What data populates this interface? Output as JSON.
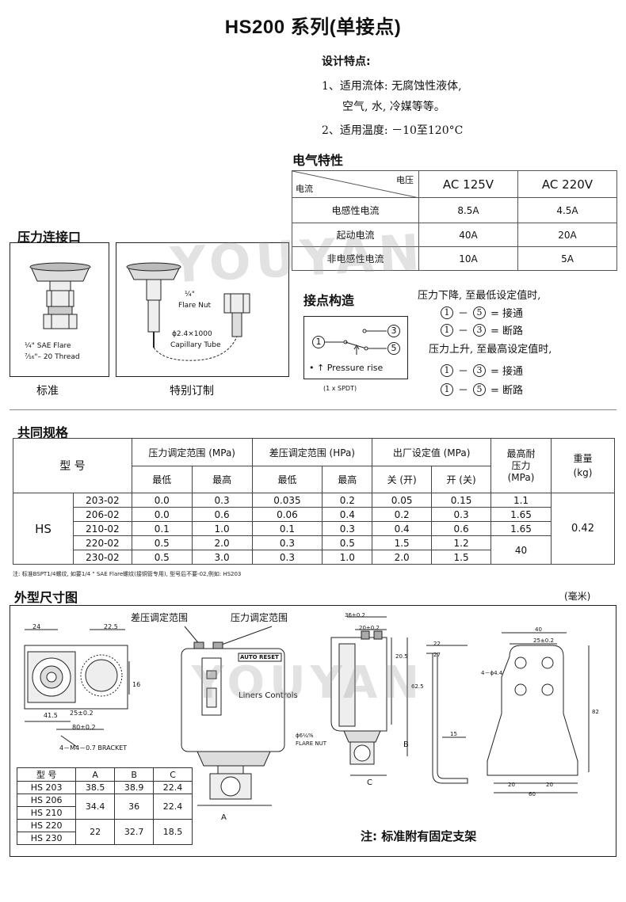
{
  "title": "HS200 系列(单接点)",
  "design": {
    "heading": "设计特点:",
    "item1_line1": "1、适用流体: 无腐蚀性液体,",
    "item1_line2": "空气, 水, 冷媒等等。",
    "item2": "2、适用温度: －10至120°C"
  },
  "electrical": {
    "heading": "电气特性",
    "corner_top": "电压",
    "corner_bottom": "电流",
    "columns": [
      "AC 125V",
      "AC 220V"
    ],
    "rows": [
      {
        "label": "电感性电流",
        "v1": "8.5A",
        "v2": "4.5A"
      },
      {
        "label": "起动电流",
        "v1": "40A",
        "v2": "20A"
      },
      {
        "label": "非电感性电流",
        "v1": "10A",
        "v2": "5A"
      }
    ]
  },
  "pressure_connection": {
    "heading": "压力连接口",
    "std_text1": "¼\" SAE Flare",
    "std_text2": "⁷⁄₁₆\"– 20 Thread",
    "std_caption": "标准",
    "custom_label1": "¼\"",
    "custom_label2": "Flare Nut",
    "custom_label3": "ϕ2.4×1000",
    "custom_label4": "Capillary Tube",
    "custom_caption": "特别订制"
  },
  "contacts": {
    "heading": "接点构造",
    "pressure_rise": "• ↑ Pressure  rise",
    "spdt": "(1 x SPDT)",
    "term1": "1",
    "term3": "3",
    "term5": "5",
    "fall_title": "压力下降, 至最低设定值时,",
    "fall_a": "= 接通",
    "fall_b": "= 断路",
    "rise_title": "压力上升, 至最高设定值时,",
    "rise_a": "= 接通",
    "rise_b": "= 断路",
    "dash": "－"
  },
  "specs": {
    "heading": "共同规格",
    "col_model": "型 号",
    "col_pressure": "压力调定范围  (MPa)",
    "col_diff": "差压调定范围  (HPa)",
    "col_factory": "出厂设定值  (MPa)",
    "col_max1": "最高耐",
    "col_max2": "压力",
    "col_max3": "(MPa)",
    "col_weight1": "重量",
    "col_weight2": "(kg)",
    "sub_min": "最低",
    "sub_max": "最高",
    "sub_off": "关 (开)",
    "sub_on": "开 (关)",
    "series": "HS",
    "rows": [
      {
        "model": "203-02",
        "pmin": "0.0",
        "pmax": "0.3",
        "dmin": "0.035",
        "dmax": "0.2",
        "off": "0.05",
        "on": "0.15"
      },
      {
        "model": "206-02",
        "pmin": "0.0",
        "pmax": "0.6",
        "dmin": "0.06",
        "dmax": "0.4",
        "off": "0.2",
        "on": "0.3"
      },
      {
        "model": "210-02",
        "pmin": "0.1",
        "pmax": "1.0",
        "dmin": "0.1",
        "dmax": "0.3",
        "off": "0.4",
        "on": "0.6"
      },
      {
        "model": "220-02",
        "pmin": "0.5",
        "pmax": "2.0",
        "dmin": "0.3",
        "dmax": "0.5",
        "off": "1.5",
        "on": "1.2"
      },
      {
        "model": "230-02",
        "pmin": "0.5",
        "pmax": "3.0",
        "dmin": "0.3",
        "dmax": "1.0",
        "off": "2.0",
        "on": "1.5"
      }
    ],
    "max_a": "1.1",
    "max_b": "1.65",
    "max_c": "1.65",
    "max_d": "40",
    "weight": "0.42",
    "note": "注: 标准BSPT1/4螺纹, 如要1/4 \" SAE Flare螺纹(接铜管专用), 型号后不要-02,例如: HS203"
  },
  "dimensions": {
    "heading": "外型尺寸图",
    "unit": "(毫米)",
    "label_diff": "差压调定范围",
    "label_pressure": "压力调定范围",
    "auto_reset": "AUTO RESET",
    "brand": "Liners Controls",
    "bracket": "4－M4－0.7  BRACKET",
    "flare_nut1": "ϕ6¼%",
    "flare_nut2": "FLARE NUT",
    "d24": "24",
    "d225": "22.5",
    "d415": "41.5",
    "d80": "80±0.2",
    "d25": "25±0.2",
    "d16": "16",
    "d36": "36±0.2",
    "d20": "20±0.2",
    "d205": "20.5",
    "d625": "62.5",
    "d22": "22",
    "d27": "27",
    "d15": "15",
    "d40": "40",
    "d25b": "25±0.2",
    "d4phi": "4－ϕ4.4",
    "d82": "82",
    "d20b": "20",
    "d20c": "20",
    "d60": "60",
    "dA": "A",
    "dB": "B",
    "dC": "C",
    "note": "注: 标准附有固定支架",
    "table": {
      "headers": [
        "型 号",
        "A",
        "B",
        "C"
      ],
      "rows": [
        [
          "HS 203",
          "38.5",
          "38.9",
          "22.4"
        ],
        [
          "HS 206",
          "",
          "",
          ""
        ],
        [
          "HS 210",
          "34.4",
          "36",
          "22.4"
        ],
        [
          "HS 220",
          "",
          "",
          ""
        ],
        [
          "HS 230",
          "22",
          "32.7",
          "18.5"
        ]
      ]
    }
  },
  "watermark": "YOUYAN"
}
